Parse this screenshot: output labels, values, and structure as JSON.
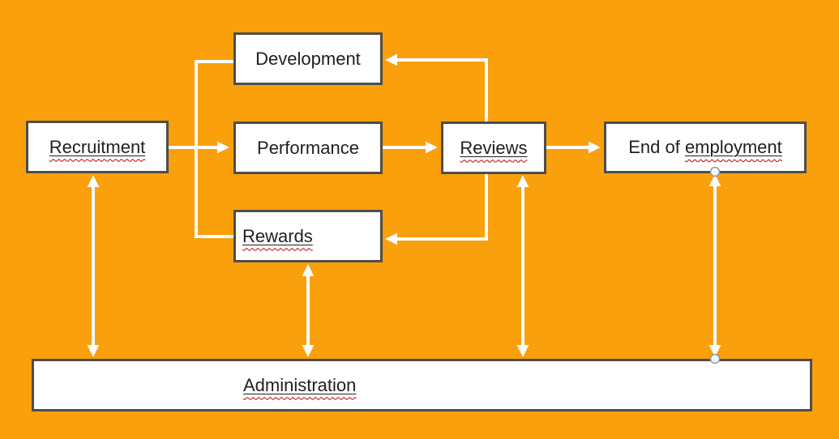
{
  "diagram": {
    "type": "flowchart",
    "colors": {
      "background": "#F9A00C",
      "box_fill": "#FFFFFF",
      "box_border": "#4D4D4D",
      "arrow": "#FFFFFF",
      "text": "#1F1F1F",
      "squiggle": "#C00000",
      "handle_fill": "#F2F8FC",
      "handle_stroke": "#8C9BA6"
    },
    "boxes": {
      "recruitment": {
        "label": "Recruitment",
        "underlined": true
      },
      "development": {
        "label": "Development",
        "underlined": false
      },
      "performance": {
        "label": "Performance",
        "underlined": false
      },
      "rewards": {
        "label": "Rewards",
        "underlined": true
      },
      "reviews": {
        "label": "Reviews",
        "underlined": true
      },
      "end_of_employment": {
        "prefix": "End of ",
        "label": "employment",
        "underlined": true
      },
      "administration": {
        "label": "Administration",
        "underlined": true
      }
    },
    "connections": [
      "Recruitment -> Performance",
      "Recruitment -> Development",
      "Recruitment -> Rewards",
      "Performance -> Reviews",
      "Reviews -> Development",
      "Reviews -> Rewards",
      "Reviews -> End of employment",
      "Recruitment <-> Administration",
      "Rewards <-> Administration",
      "Reviews <-> Administration",
      "End of employment <-> Administration"
    ]
  }
}
